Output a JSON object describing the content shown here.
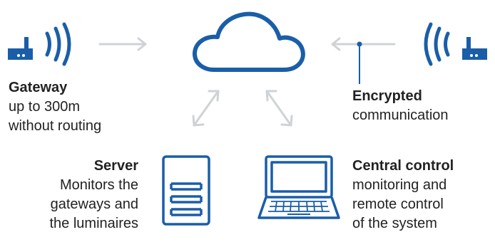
{
  "colors": {
    "brand_blue": "#1a5ea8",
    "arrow_gray": "#cfd3d6",
    "text": "#222222"
  },
  "icons": [
    "gateway-left-icon",
    "gateway-right-icon",
    "cloud-icon",
    "server-icon",
    "laptop-icon"
  ],
  "gateway": {
    "title": "Gateway",
    "lines": [
      "up to 300m",
      "without routing"
    ]
  },
  "encrypted": {
    "title": "Encrypted",
    "lines": [
      "communication"
    ]
  },
  "server": {
    "title": "Server",
    "lines": [
      "Monitors the",
      "gateways and",
      "the luminaires"
    ]
  },
  "central": {
    "title": "Central control",
    "lines": [
      "monitoring and",
      "remote control",
      "of the system"
    ]
  }
}
